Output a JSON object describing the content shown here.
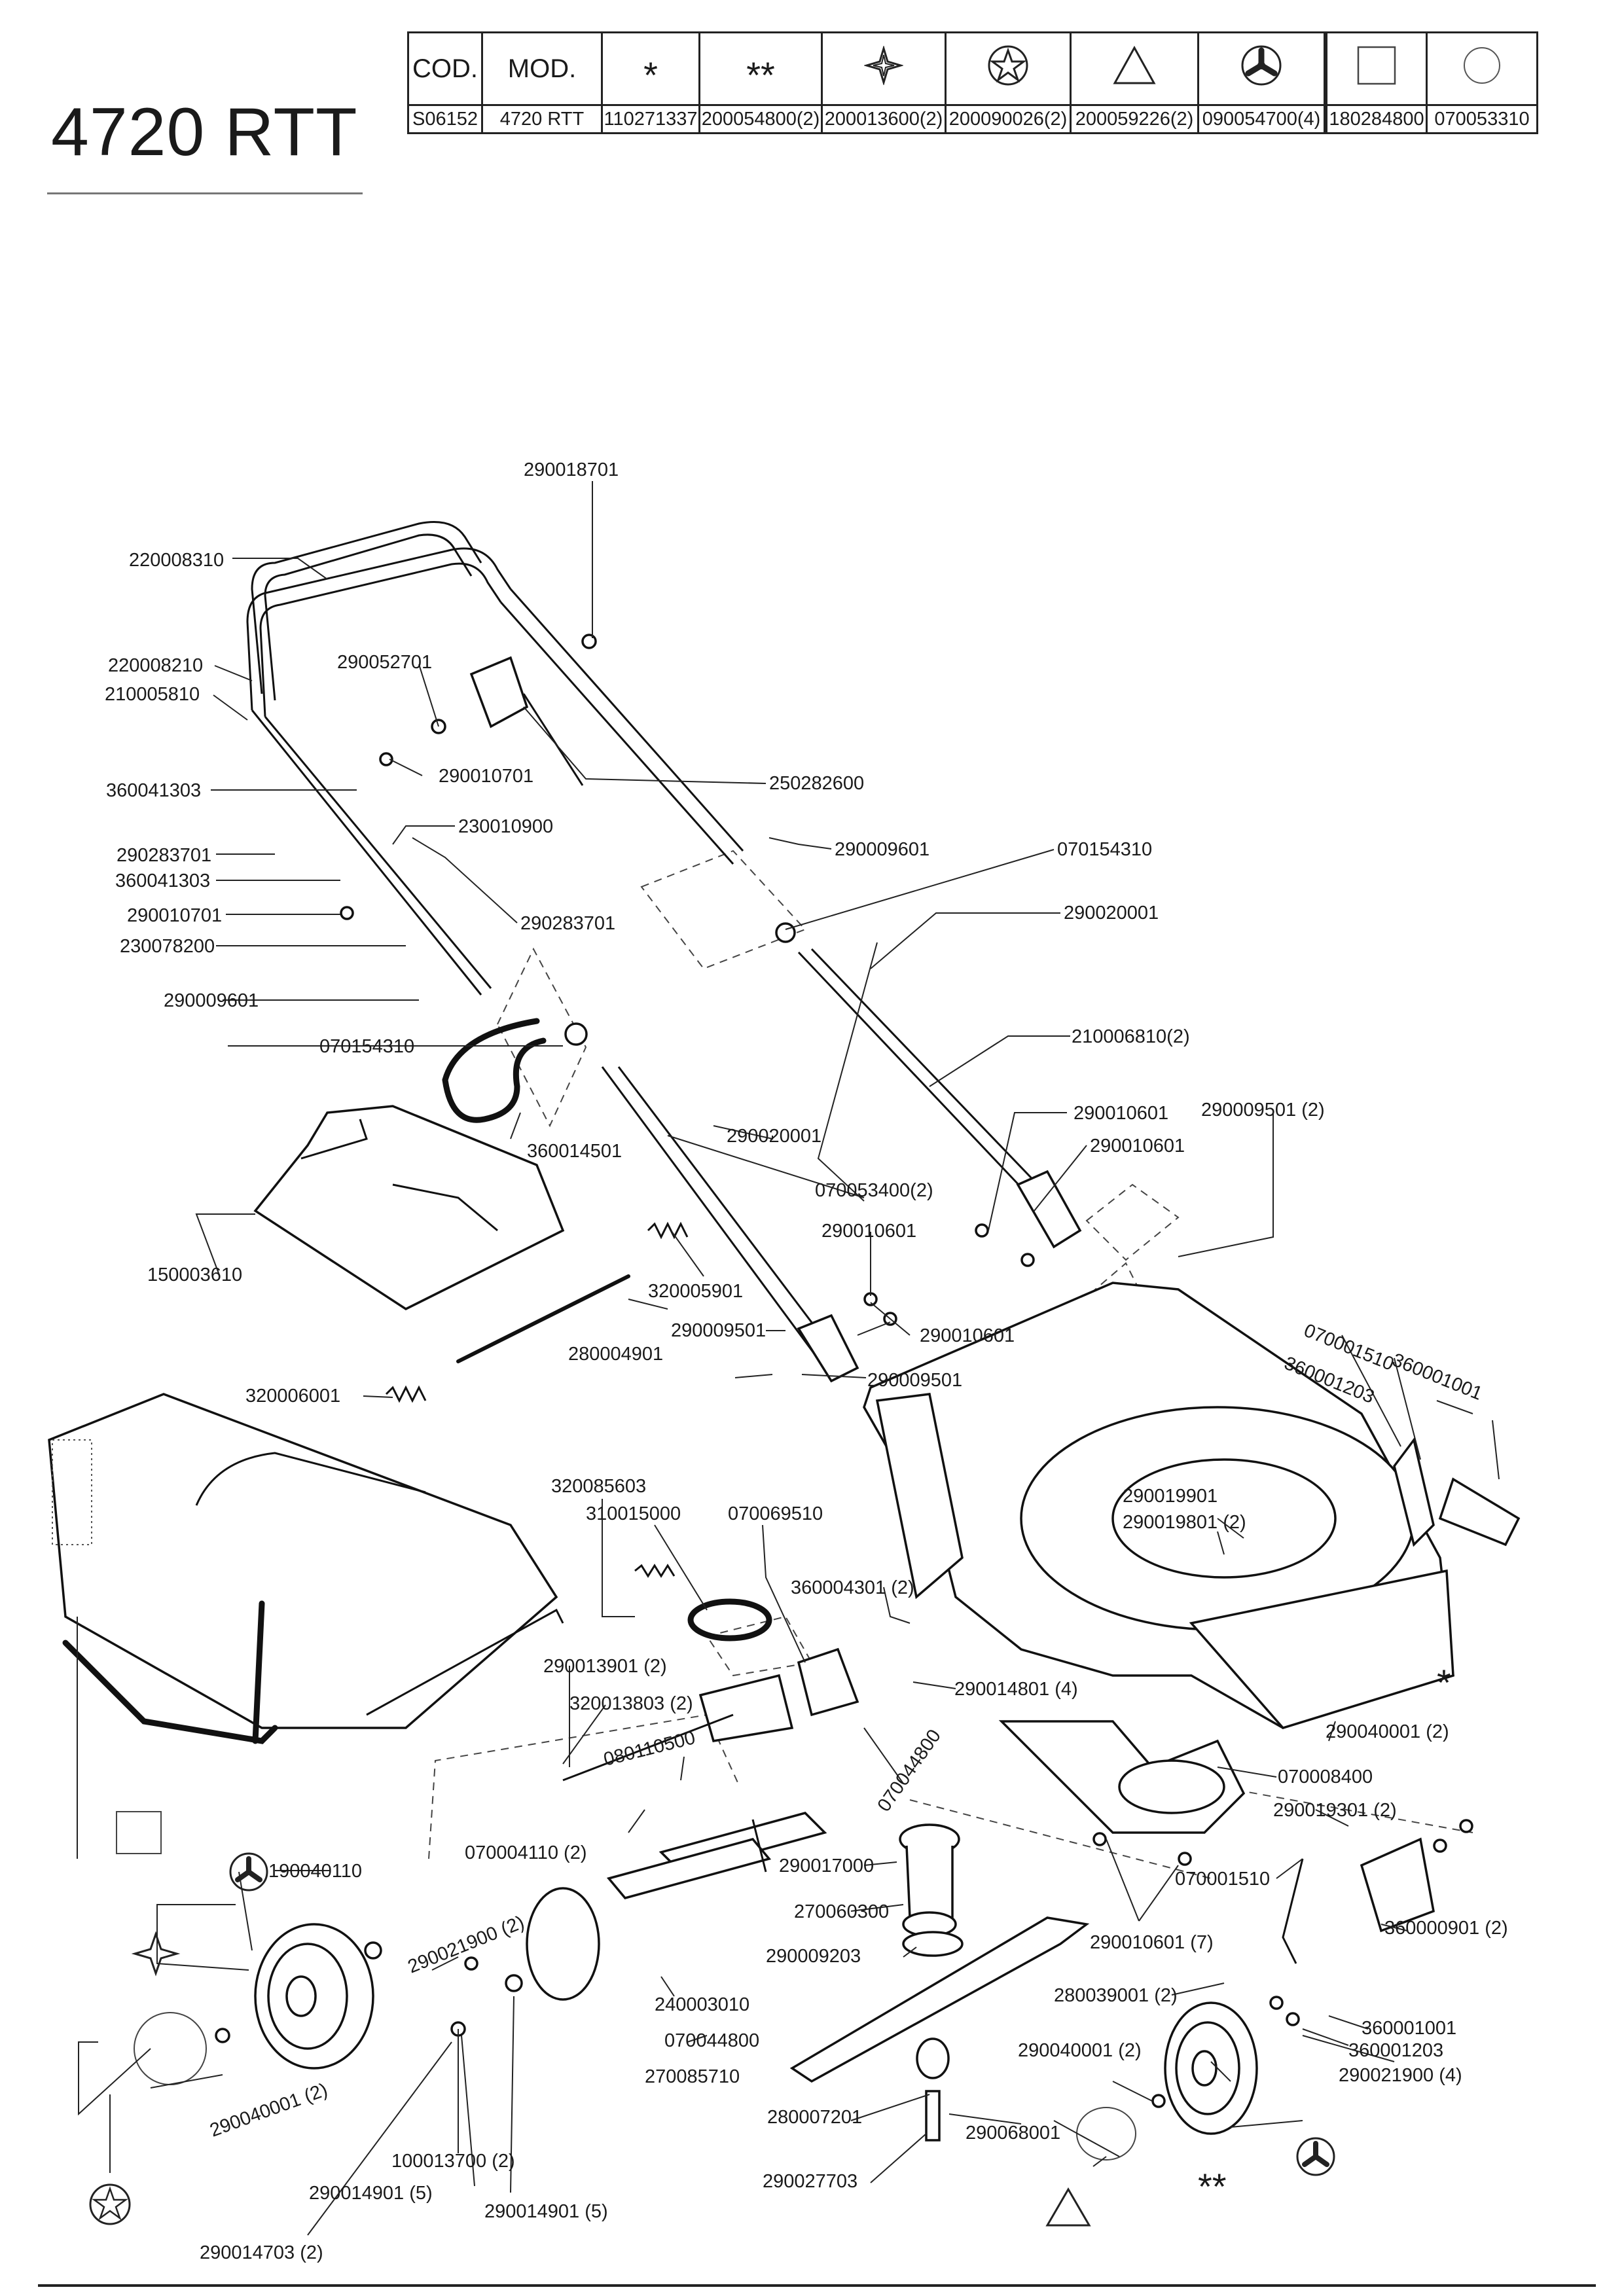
{
  "model_title": "4720 RTT",
  "code_table": {
    "headers": [
      "COD.",
      "MOD.",
      "*",
      "**",
      "",
      "",
      "",
      "",
      "",
      ""
    ],
    "header_icons": [
      "",
      "",
      "asterisk-icon",
      "double-asterisk-icon",
      "four-point-star-icon",
      "star-in-circle-icon",
      "triangle-icon",
      "wheel-hub-icon",
      "square-icon",
      "circle-icon"
    ],
    "values": [
      "S06152",
      "4720 RTT",
      "110271337",
      "200054800(2)",
      "200013600(2)",
      "200090026(2)",
      "200059226(2)",
      "090054700(4)",
      "180284800",
      "070053310"
    ]
  },
  "part_labels": [
    "290018701",
    "220008310",
    "220008210",
    "210005810",
    "290052701",
    "360041303",
    "290010701",
    "250282600",
    "230010900",
    "290283701",
    "360041303",
    "290009601",
    "070154310",
    "290010701",
    "230078200",
    "290283701",
    "290020001",
    "290009601",
    "070154310",
    "210006810(2)",
    "360014501",
    "290020001",
    "290010601",
    "290009501 (2)",
    "290010601",
    "070053400(2)",
    "150003610",
    "290010601",
    "320005901",
    "290009501",
    "290010601",
    "280004901",
    "290009501",
    "320006001",
    "070001510",
    "360001001",
    "360001203",
    "290019901",
    "290019801 (2)",
    "320085603",
    "310015000",
    "070069510",
    "360004301 (2)",
    "290013901 (2)",
    "320013803 (2)",
    "290014801 (4)",
    "080110500",
    "070044800",
    "290040001 (2)",
    "070008400",
    "290019301 (2)",
    "070004110 (2)",
    "290017000",
    "070001510",
    "190040110",
    "270060300",
    "290010601 (7)",
    "360000901 (2)",
    "290021900 (2)",
    "290009203",
    "280039001 (2)",
    "360001001",
    "240003010",
    "360001203",
    "070044800",
    "290040001 (2)",
    "290021900 (4)",
    "270085710",
    "290040001 (2)",
    "280007201",
    "290068001",
    "100013700 (2)",
    "290027703",
    "290014901 (5)",
    "290014901 (5)",
    "290014703 (2)"
  ],
  "callout_symbols": [
    "*",
    "**"
  ]
}
